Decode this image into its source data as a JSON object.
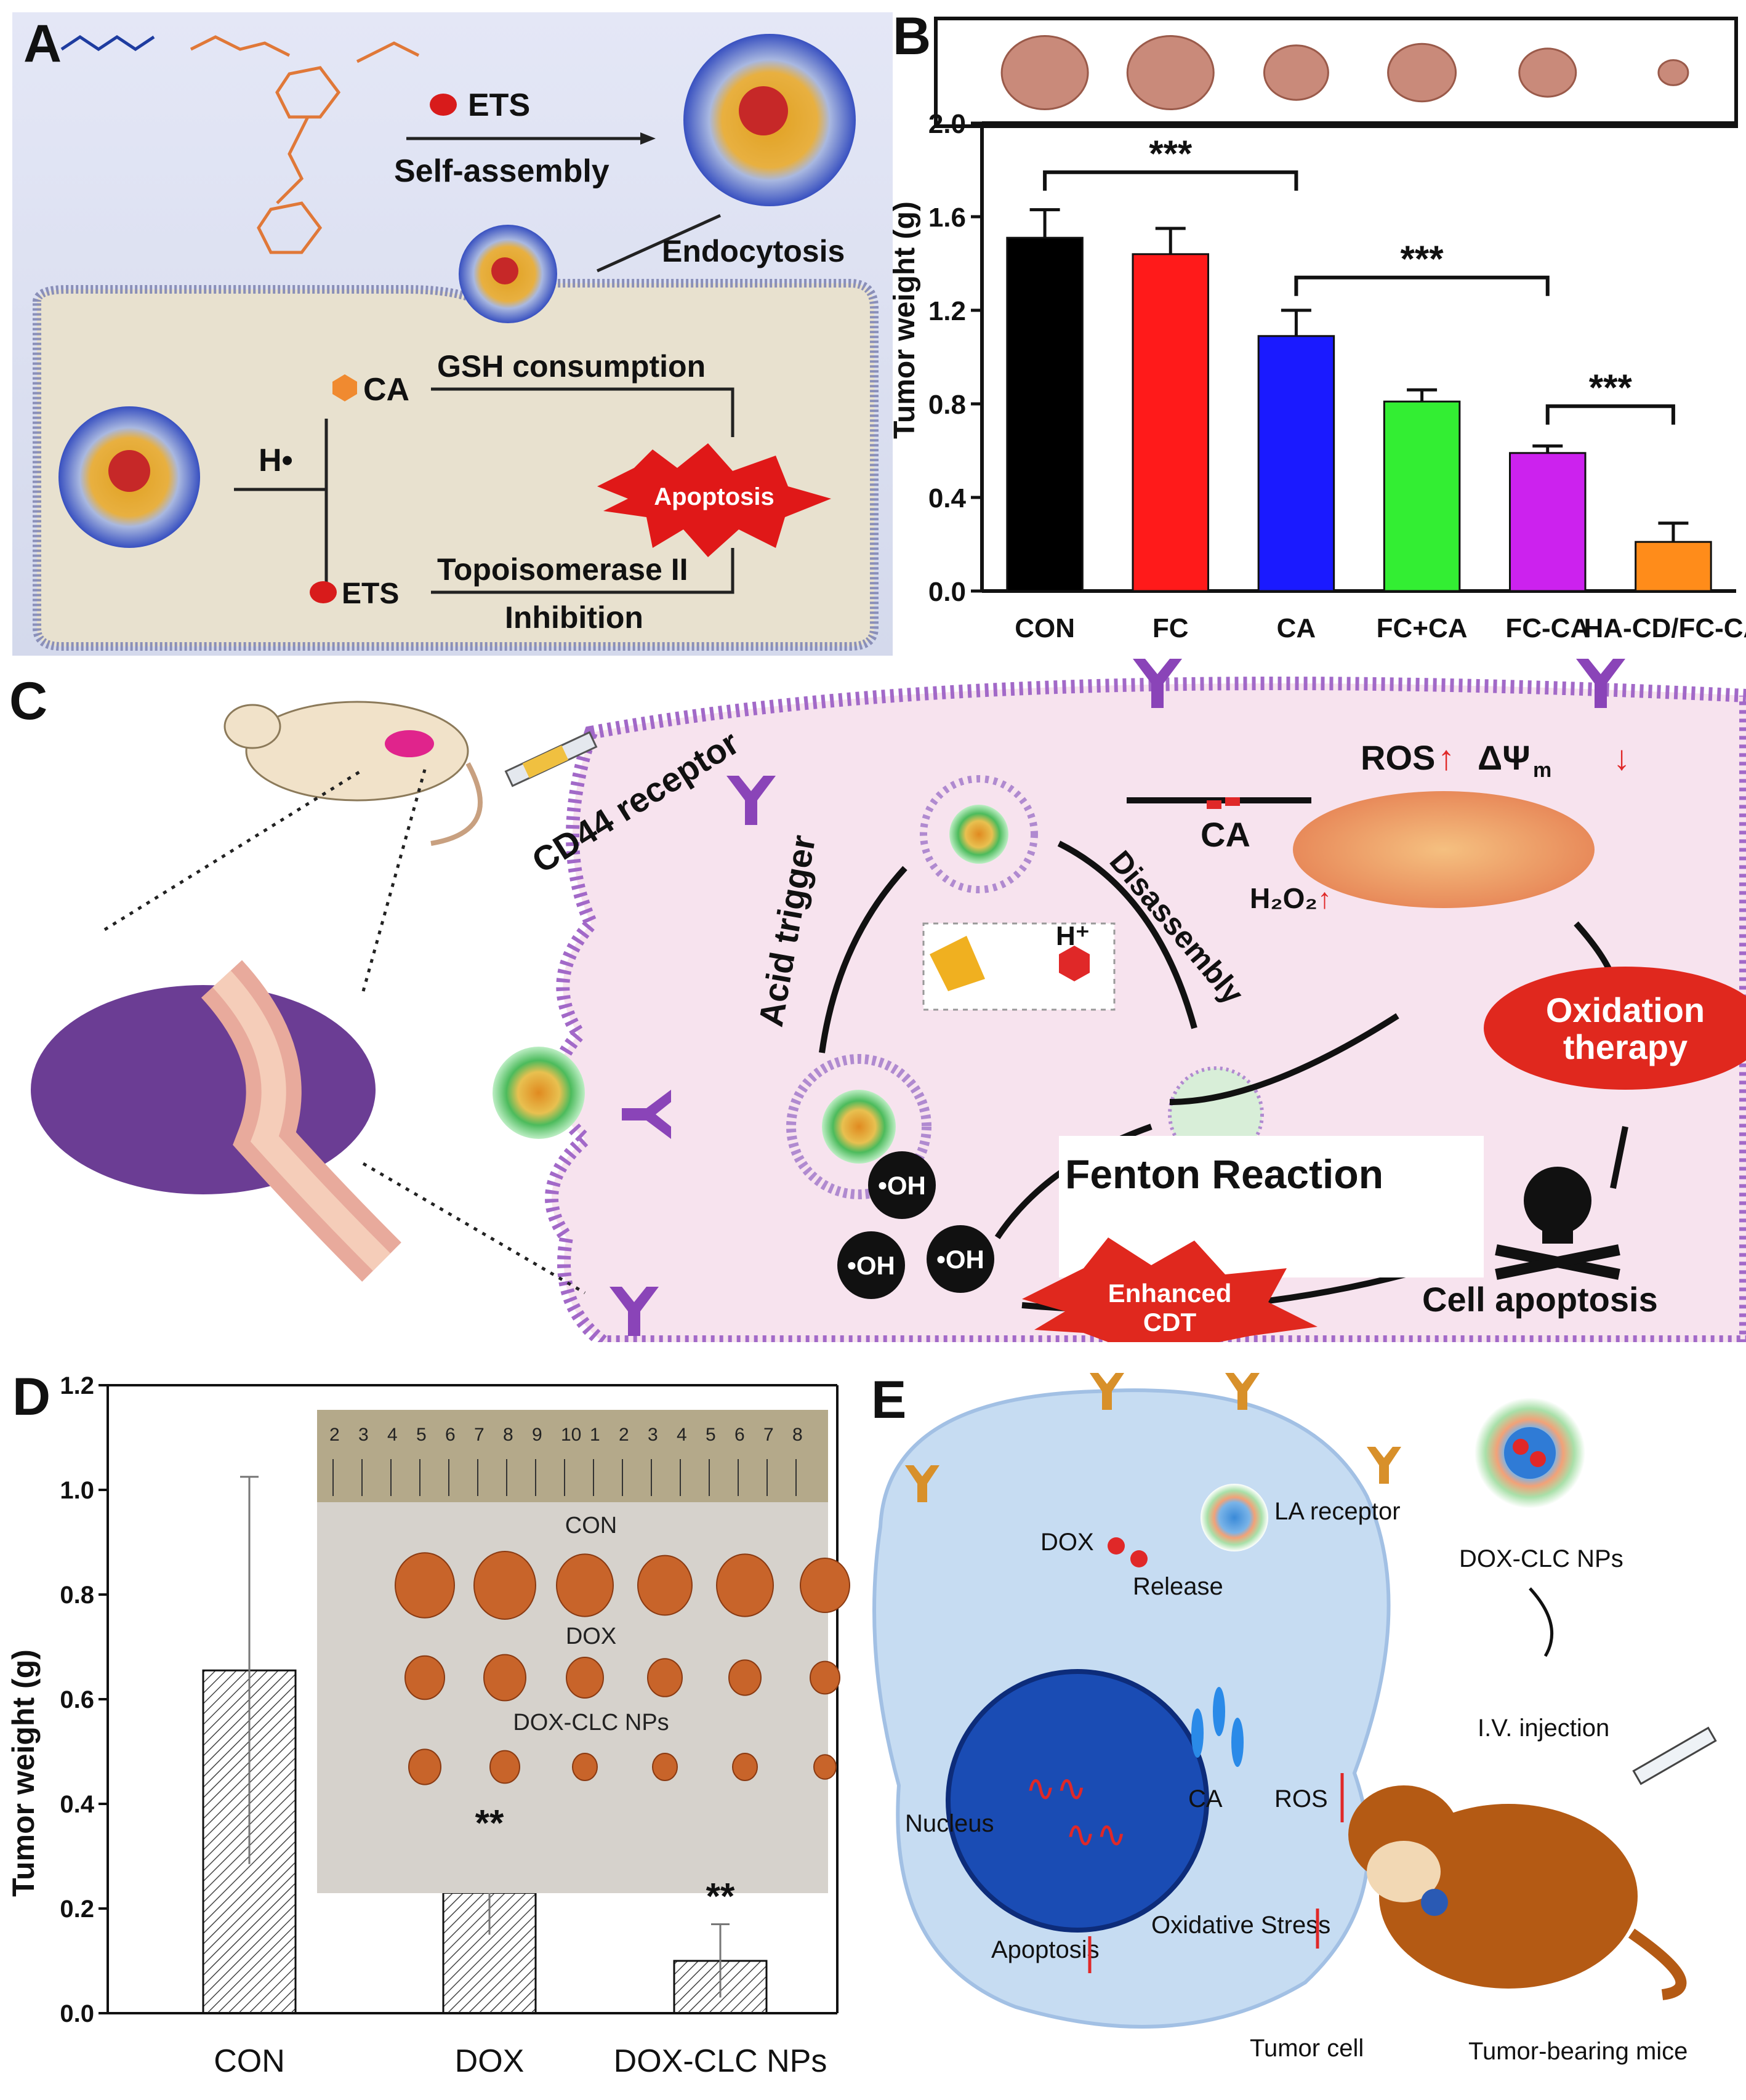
{
  "panel_labels": {
    "a": "A",
    "b": "B",
    "c": "C",
    "d": "D",
    "e": "E"
  },
  "panel_a": {
    "ets_top": "ETS",
    "self_assembly": "Self-assembly",
    "endocytosis": "Endocytosis",
    "ca": "CA",
    "gsh": "GSH consumption",
    "h_radical": "H•",
    "apoptosis": "Apoptosis",
    "ets_bottom": "ETS",
    "topo": "Topoisomerase II",
    "inhibition": "Inhibition"
  },
  "panel_b": {
    "ylabel": "Tumor weight (g)",
    "sig1": "***",
    "sig2": "***",
    "sig3": "***"
  },
  "panel_c": {
    "cd44": "CD44 receptor",
    "ros": "ROS",
    "delta_psi": "ΔΨ",
    "delta_psi_sub": "m",
    "ca": "CA",
    "acid_trigger": "Acid trigger",
    "disassembly": "Disassembly",
    "h2o2": "H₂O₂",
    "h_plus": "H⁺",
    "oxidation": "Oxidation",
    "therapy": "therapy",
    "fenton": "Fenton Reaction",
    "oh": "•OH",
    "enhanced": "Enhanced",
    "cdt": "CDT",
    "cell_apoptosis": "Cell apoptosis"
  },
  "panel_d": {
    "ylabel": "Tumor weight (g)",
    "photo_rows": [
      "CON",
      "DOX",
      "DOX-CLC NPs"
    ],
    "ruler_ticks": [
      "2",
      "3",
      "4",
      "5",
      "6",
      "7",
      "8",
      "9",
      "10",
      "1",
      "2",
      "3",
      "4",
      "5",
      "6",
      "7",
      "8"
    ],
    "sig1": "**",
    "sig2": "**"
  },
  "panel_e": {
    "la_receptor": "LA receptor",
    "dox": "DOX",
    "release": "Release",
    "nucleus": "Nucleus",
    "ca": "CA",
    "ros": "ROS",
    "apoptosis": "Apoptosis",
    "oxidative": "Oxidative Stress",
    "tumor_cell": "Tumor cell",
    "dox_clc": "DOX-CLC NPs",
    "iv": "I.V. injection",
    "mice": "Tumor-bearing mice"
  },
  "chart_data": [
    {
      "type": "bar",
      "panel": "B",
      "categories": [
        "CON",
        "FC",
        "CA",
        "FC+CA",
        "FC-CA",
        "HA-CD/FC-CA"
      ],
      "values": [
        1.51,
        1.44,
        1.09,
        0.81,
        0.59,
        0.21
      ],
      "errors": [
        0.12,
        0.11,
        0.11,
        0.05,
        0.03,
        0.08
      ],
      "colors": [
        "#000000",
        "#ff1a1a",
        "#1a1aff",
        "#33ee33",
        "#cc22ee",
        "#ff8c1a"
      ],
      "ylabel": "Tumor weight (g)",
      "ylim": [
        0,
        2.0
      ],
      "yticks": [
        "0.0",
        "0.4",
        "0.8",
        "1.2",
        "1.6",
        "2.0"
      ],
      "significance": [
        [
          "CON",
          "CA",
          "***"
        ],
        [
          "CA",
          "FC-CA",
          "***"
        ],
        [
          "FC-CA",
          "HA-CD/FC-CA",
          "***"
        ]
      ]
    },
    {
      "type": "bar",
      "panel": "D",
      "categories": [
        "CON",
        "DOX",
        "DOX-CLC NPs"
      ],
      "values": [
        0.655,
        0.23,
        0.1
      ],
      "errors": [
        0.37,
        0.08,
        0.07
      ],
      "ylabel": "Tumor weight (g)",
      "ylim": [
        0,
        1.2
      ],
      "yticks": [
        "0.0",
        "0.2",
        "0.4",
        "0.6",
        "0.8",
        "1.0",
        "1.2"
      ],
      "significance_labels": [
        "",
        "**",
        "**"
      ]
    }
  ]
}
